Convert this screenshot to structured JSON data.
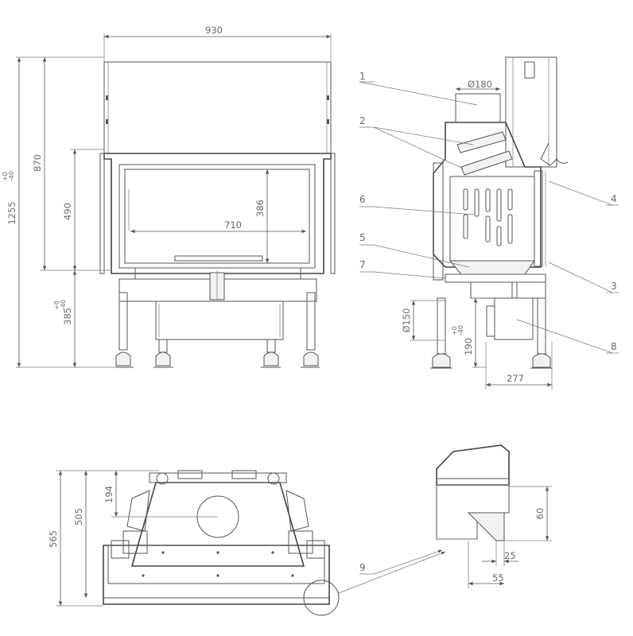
{
  "front_view": {
    "overall_width": "930",
    "firebox_width": "710",
    "glass_height": "386",
    "total_height": "1255",
    "total_height_tol_plus": "+0",
    "total_height_tol_minus": "-40",
    "body_height": "870",
    "opening_height": "490",
    "leg_height": "385",
    "leg_height_tol_plus": "+0",
    "leg_height_tol_minus": "-40"
  },
  "side_view": {
    "flue_diameter": "Ø180",
    "air_inlet_diameter": "Ø150",
    "depth": "277",
    "inlet_height": "190",
    "inlet_height_tol_plus": "+0",
    "inlet_height_tol_minus": "-40",
    "callouts": [
      "1",
      "2",
      "3",
      "4",
      "5",
      "6",
      "7",
      "8"
    ]
  },
  "top_view": {
    "depth_total": "565",
    "depth_body": "505",
    "flue_offset": "194"
  },
  "detail_view": {
    "callout": "9",
    "height": "60",
    "width_inner": "25",
    "width_outer": "55"
  }
}
